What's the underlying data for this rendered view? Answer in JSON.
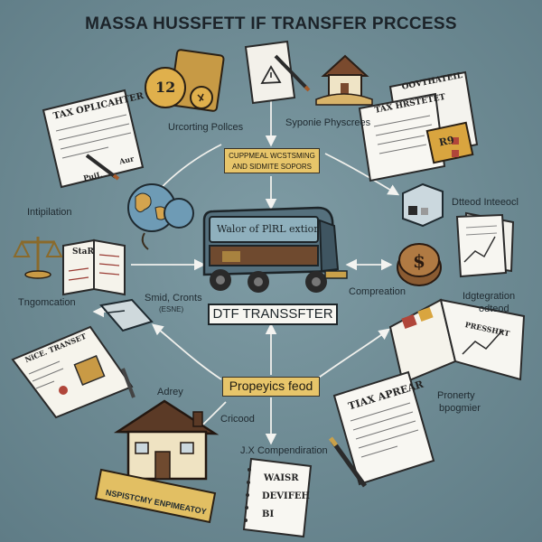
{
  "title": "MASSA HUSSFETT IF TRANSFER PRCCESS",
  "top_banner": {
    "line1": "CUPPMEAL WCSTSMING",
    "line2": "AND SIDMITE SOPORS"
  },
  "center_banner": "DTF TRANSSFTER",
  "bus_sign": "Walor of PlRL extior",
  "bottom_banner": "Propeyics feod",
  "ribbon": "NSPISTCMY ENPIMEATOY",
  "labels": {
    "reporting_policies": "Urcorting Pollces",
    "symptom_physcrees": "Syponie Physcrees",
    "dtfeod_interect": "Dtteod Inteeocl",
    "intipilation": "Intipilation",
    "tngomcation": "Tngomcation",
    "smid_cronts": "Smid, Cronts",
    "smid_sub": "(ESNE)",
    "compreation": "Compreation",
    "idgrementation": "Idgtegration",
    "idgrementation2": "odteod",
    "adrey": "Adrey",
    "cricood": "Cricood",
    "compendiration": "J.X Compendiration",
    "pronerty": "Pronerty",
    "bpogmier": "bpogmier"
  },
  "docs": {
    "tax_applicant": "TAX OPLICAHTER",
    "tax_applicant_foot": "PuiL",
    "tax_applicant_foot2": "Aur",
    "covenant_header": "OOVTHATEIL",
    "tax_hinstet": "TAX HRSTETET",
    "stop_book": "StaR",
    "notice": "NiCE. TRANSET",
    "tax_appear": "TIAX APREAR",
    "presshart": "PRESSHRT",
    "notebook1": "WAISR",
    "notebook2": "DEVIFEH",
    "notebook3": "BI",
    "clock_number": "12",
    "tag_number": "R9"
  },
  "colors": {
    "background": "#6e8c95",
    "banner": "#e7c56a",
    "ink": "#1f2a30"
  }
}
